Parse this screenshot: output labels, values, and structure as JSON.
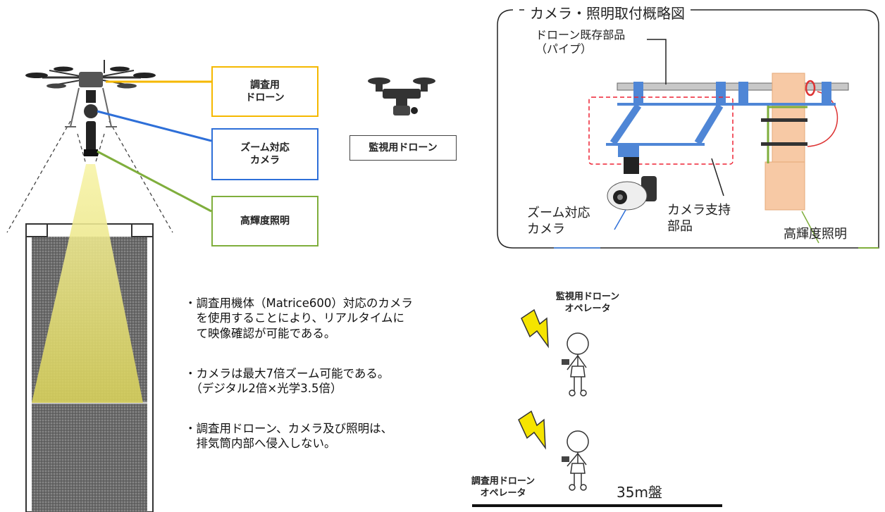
{
  "labels": {
    "survey_drone": "調査用\nドローン",
    "zoom_camera": "ズーム対応\nカメラ",
    "lighting": "高輝度照明",
    "monitor_drone": "監視用ドローン"
  },
  "notes": [
    "・調査用機体（Matrice600）対応のカメラ\n　を使用することにより、リアルタイムに\n　て映像確認が可能である。",
    "・カメラは最大7倍ズーム可能である。\n　（デジタル2倍×光学3.5倍）",
    "・調査用ドローン、カメラ及び照明は、\n　排気筒内部へ侵入しない。"
  ],
  "operators": {
    "monitor": "監視用ドローン\nオペレータ",
    "survey": "調査用ドローン\nオペレータ"
  },
  "platform_label": "35m盤",
  "inset": {
    "title": "カメラ・照明取付概略図",
    "existing_part": "ドローン既存部品\n（パイプ）",
    "zoom_camera": "ズーム対応\nカメラ",
    "camera_support": "カメラ支持\n部品",
    "lighting": "高輝度照明"
  },
  "colors": {
    "survey_drone": "#f5b800",
    "camera": "#2e6fd8",
    "lighting": "#7fae3c",
    "light_beam": "#e8e27a",
    "inset_part": "#4f86d6",
    "light_unit": "#f7c9a5"
  }
}
